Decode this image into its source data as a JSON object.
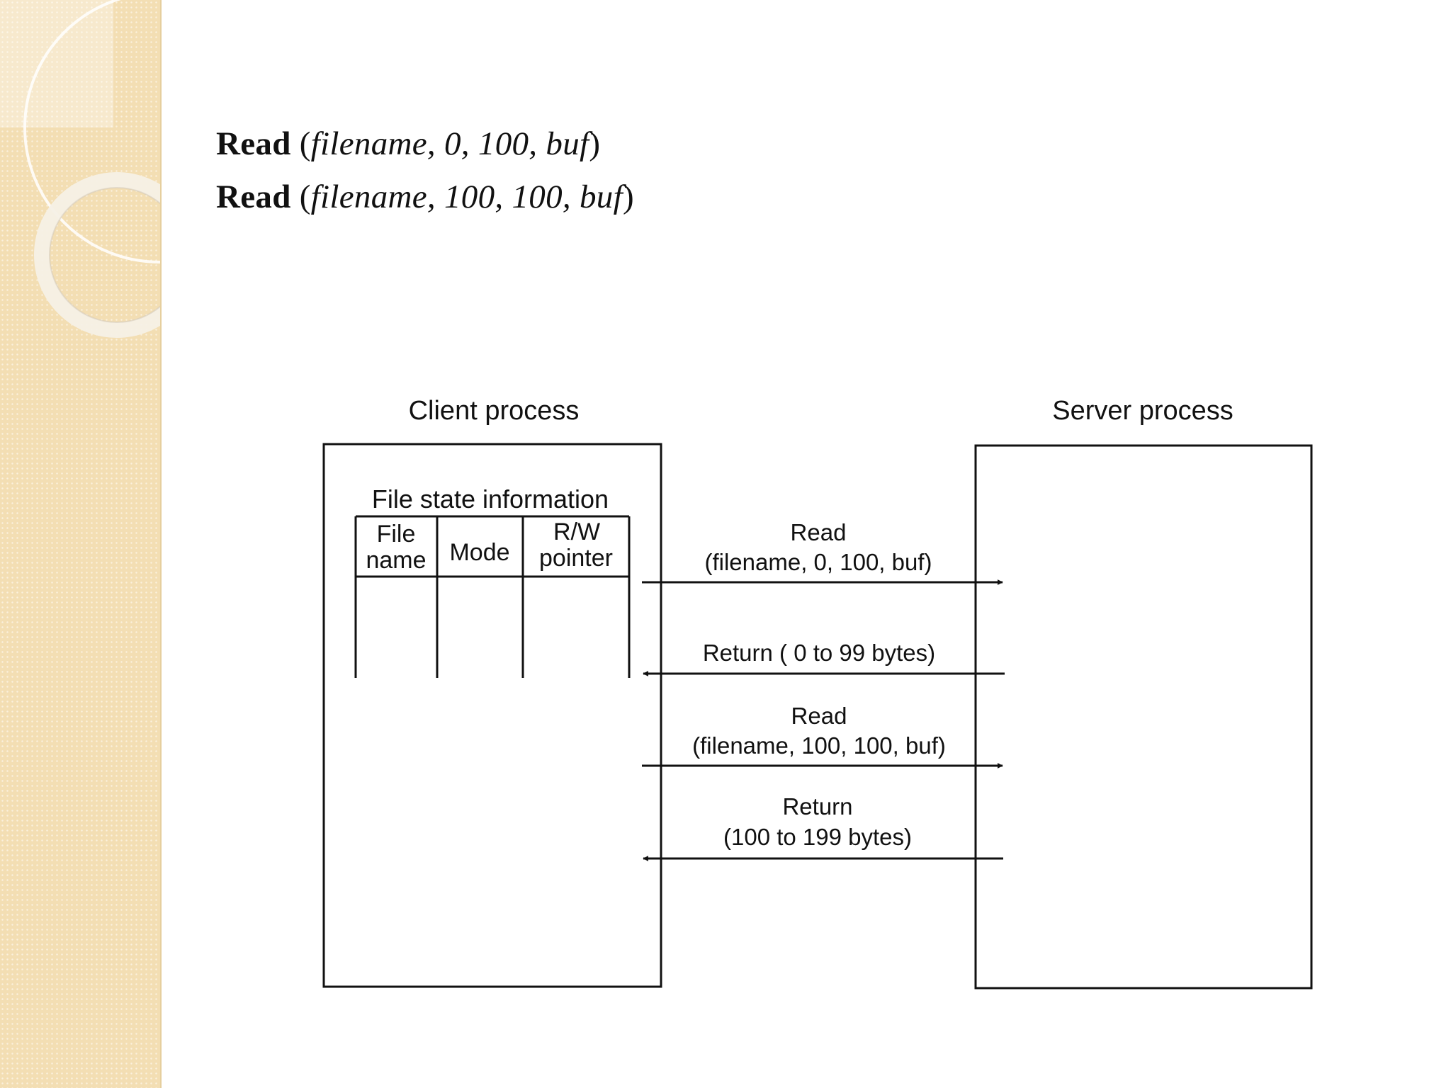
{
  "slide": {
    "code_lines": [
      {
        "keyword": "Read",
        "open": "(",
        "args": "filename, 0, 100, buf",
        "close": ")"
      },
      {
        "keyword": "Read",
        "open": "(",
        "args": "filename, 100, 100, buf",
        "close": ")"
      }
    ]
  },
  "diagram": {
    "client_title": "Client process",
    "server_title": "Server process",
    "file_state_title": "File state information",
    "table_headers": {
      "col1_line1": "File",
      "col1_line2": "name",
      "col2": "Mode",
      "col3_line1": "R/W",
      "col3_line2": "pointer"
    },
    "messages": [
      {
        "direction": "to-server",
        "line1": "Read",
        "line2": "(filename, 0, 100, buf)"
      },
      {
        "direction": "to-client",
        "line1": "Return ( 0 to 99 bytes)",
        "line2": ""
      },
      {
        "direction": "to-server",
        "line1": "Read",
        "line2": "(filename, 100, 100, buf)"
      },
      {
        "direction": "to-client",
        "line1": "Return",
        "line2": "(100 to 199 bytes)"
      }
    ]
  },
  "colors": {
    "panel": "#f3deb3",
    "ink": "#111111",
    "ring": "#ffffff"
  }
}
